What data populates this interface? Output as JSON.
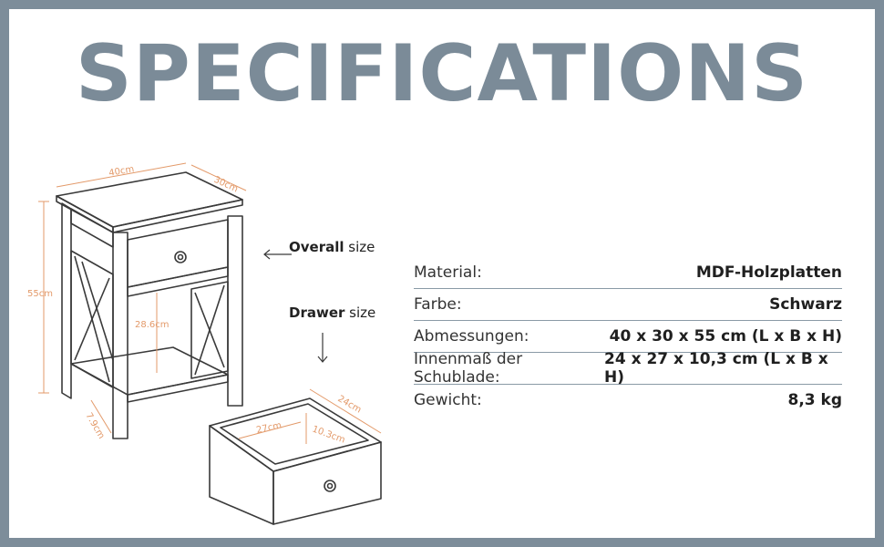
{
  "title": "SPECIFICATIONS",
  "callouts": {
    "overall_bold": "Overall",
    "overall_rest": " size",
    "drawer_bold": "Drawer",
    "drawer_rest": " size"
  },
  "dimensions": {
    "width": "40cm",
    "depth": "30cm",
    "height": "55cm",
    "shelf_height": "28.6cm",
    "leg": "7.9cm",
    "drawer_depth": "24cm",
    "drawer_width": "27cm",
    "drawer_height": "10.3cm"
  },
  "specs": [
    {
      "label": "Material:",
      "value": "MDF-Holzplatten"
    },
    {
      "label": "Farbe:",
      "value": "Schwarz"
    },
    {
      "label": "Abmessungen:",
      "value": "40 x 30 x 55 cm (L x B x H)"
    },
    {
      "label": "Innenmaß der Schublade:",
      "value": "24 x 27 x 10,3 cm (L x B x H)"
    },
    {
      "label": "Gewicht:",
      "value": "8,3 kg"
    }
  ],
  "colors": {
    "frame": "#7d8d9a",
    "title": "#7b8b98",
    "dimension": "#e39a6a",
    "line": "#3a3a3a"
  }
}
